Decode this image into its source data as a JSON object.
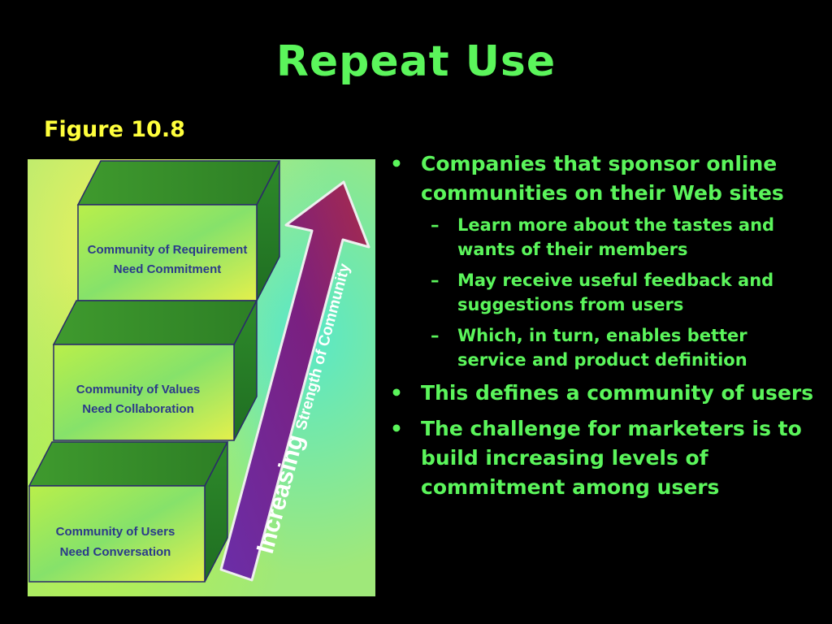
{
  "colors": {
    "accent_green": "#5BF55B",
    "title_yellow": "#FFFF3C",
    "background": "#000000"
  },
  "slide": {
    "title": "Repeat Use",
    "figure_label": "Figure 10.8"
  },
  "diagram": {
    "steps": [
      {
        "line1": "Community of Requirement",
        "line2": "Need Commitment"
      },
      {
        "line1": "Community of Values",
        "line2": "Need Collaboration"
      },
      {
        "line1": "Community of Users",
        "line2": "Need Conversation"
      }
    ],
    "arrow_label_big": "Increasing",
    "arrow_label_small": "Strength of Community"
  },
  "bullets": [
    {
      "text": "Companies that sponsor online communities on their Web sites",
      "sub": [
        "Learn more about the tastes and wants of their members",
        "May receive useful feedback and suggestions from users",
        "Which, in turn, enables better service and product definition"
      ]
    },
    {
      "text": "This defines a community of users",
      "sub": []
    },
    {
      "text": "The challenge for marketers is to build increasing levels of commitment among users",
      "sub": []
    }
  ],
  "bullet_marks": {
    "level1": "•",
    "level2": "–"
  }
}
